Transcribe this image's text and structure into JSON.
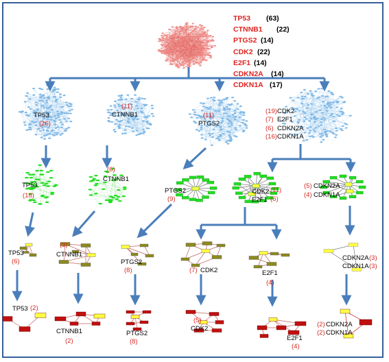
{
  "legend": [
    {
      "gene": "TP53",
      "count": "(63)"
    },
    {
      "gene": "CTNNB1",
      "count": "(22)"
    },
    {
      "gene": "PTGS2",
      "count": "(14)"
    },
    {
      "gene": "CDK2",
      "count": "(22)"
    },
    {
      "gene": "E2F1",
      "count": "(14)"
    },
    {
      "gene": "CDKN2A",
      "count": "(14)"
    },
    {
      "gene": "CDKN1A",
      "count": "(17)"
    }
  ],
  "level1": {
    "tp53": {
      "name": "TP53",
      "count": "(26)"
    },
    "ctnnb1": {
      "name": "CTNNB1",
      "count": "(11)"
    },
    "ptgs2": {
      "name": "PTGS2",
      "count": "(11)"
    },
    "group": [
      {
        "count": "(19)",
        "name": "CDK2"
      },
      {
        "count": "(7)",
        "name": "E2F1"
      },
      {
        "count": "(6)",
        "name": "CDKN2A"
      },
      {
        "count": "(16)",
        "name": "CDKN1A"
      }
    ]
  },
  "level2": {
    "tp53": {
      "name": "TP53",
      "count": "(18)"
    },
    "ctnnb1": {
      "name": "CTNNB1",
      "count": "(6)"
    },
    "ptgs2": {
      "name": "PTGS2",
      "count": "(9)"
    },
    "cdk2": {
      "name": "CDK2",
      "count": "(11)"
    },
    "e2f1": {
      "name": "E2F1",
      "count": "(6)"
    },
    "cdkn2a": {
      "name": "CDKN2A",
      "count": "(5)"
    },
    "cdkn1a": {
      "name": "CDKN1A",
      "count": "(4)"
    }
  },
  "level3": {
    "tp53": {
      "name": "TP53",
      "count": "(6)"
    },
    "ctnnb1": {
      "name": "CTNNB1",
      "count": "(3)"
    },
    "ptgs2": {
      "name": "PTGS2",
      "count": "(8)"
    },
    "cdk2": {
      "name": "CDK2",
      "count": "(7)"
    },
    "e2f1": {
      "name": "E2F1",
      "count": "(4)"
    },
    "cdkn2a": {
      "name": "CDKN2A",
      "count": "(3)"
    },
    "cdkn1a": {
      "name": "CDKN1A",
      "count": "(3)"
    }
  },
  "level4": {
    "tp53": {
      "name": "TP53",
      "count": "(2)"
    },
    "ctnnb1": {
      "name": "CTNNB1",
      "count": "(2)"
    },
    "ptgs2": {
      "name": "PTGS2",
      "count": "(8)"
    },
    "cdk2": {
      "name": "CDK2",
      "count": "(5)"
    },
    "e2f1": {
      "name": "E2F1",
      "count": "(4)"
    },
    "cdkn2a": {
      "name": "CDKN2A",
      "count": "(2)"
    },
    "cdkn1a": {
      "name": "CDKN1A",
      "count": "(2)"
    }
  },
  "colors": {
    "frame": "#355f97",
    "arrow": "#4a7ebb",
    "hairball": "#f08a86",
    "blue_net": "#7fb8e6",
    "green_net": "#22dd22",
    "olive_node": "#8c8a1c",
    "yellow_node": "#ffff44",
    "red_node": "#c0100f",
    "label_red": "#d42a22"
  }
}
